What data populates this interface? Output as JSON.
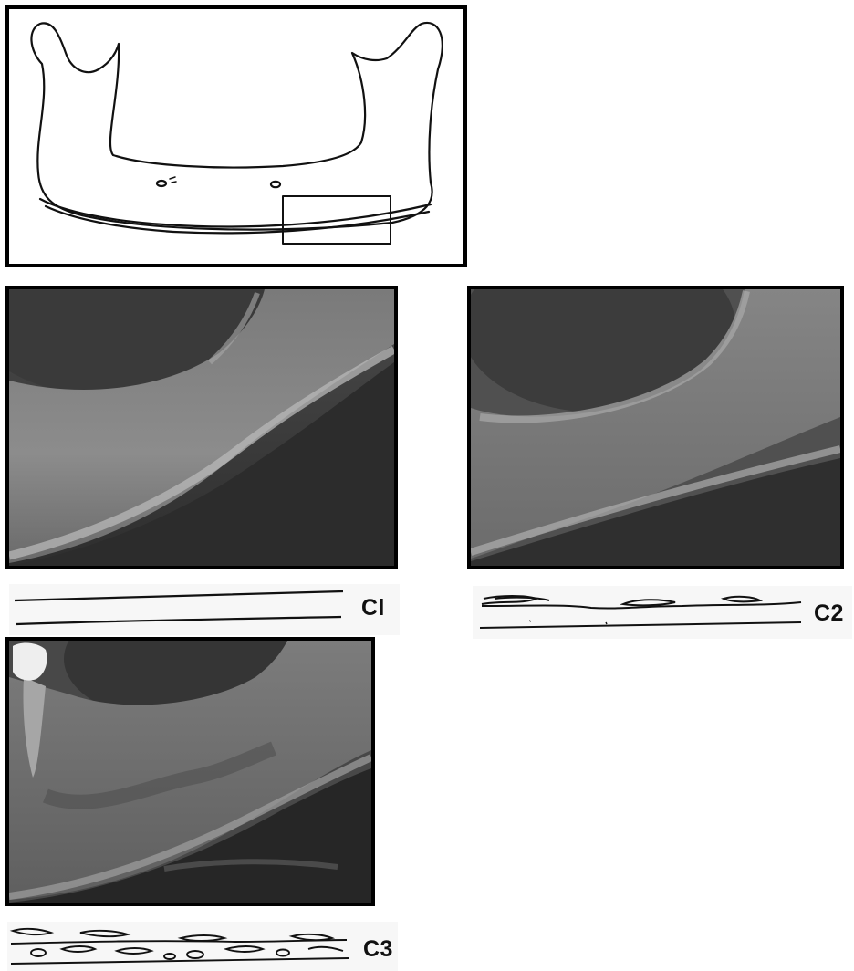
{
  "figure": {
    "panels": [
      {
        "id": "mandible-sketch",
        "kind": "line-drawing"
      },
      {
        "id": "radiograph-c1",
        "kind": "radiograph"
      },
      {
        "id": "radiograph-c2",
        "kind": "radiograph"
      },
      {
        "id": "radiograph-c3",
        "kind": "radiograph"
      }
    ],
    "labels": {
      "c1": "Cl",
      "c2": "C2",
      "c3": "C3"
    }
  }
}
